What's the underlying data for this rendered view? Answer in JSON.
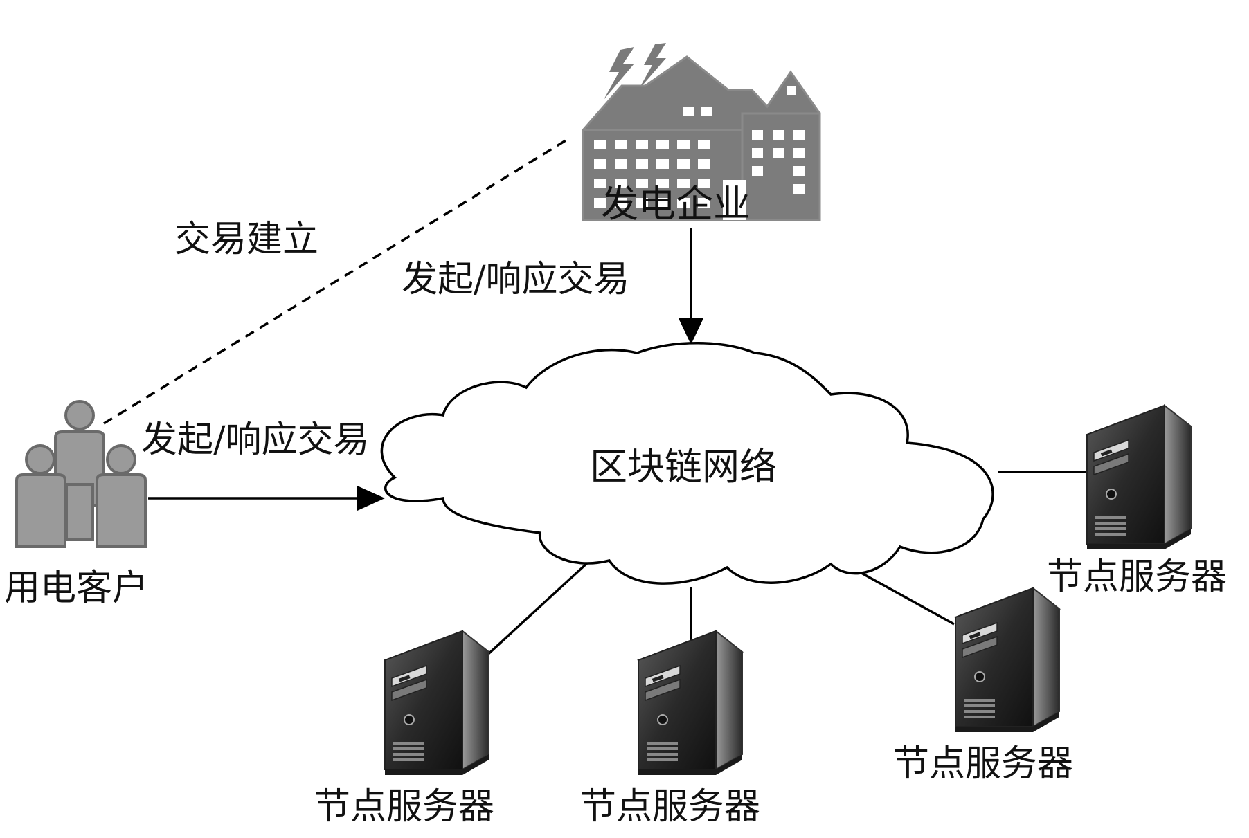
{
  "labels": {
    "power_company": "发电企业",
    "electricity_customer": "用电客户",
    "transaction_established": "交易建立",
    "initiate_respond_top": "发起/响应交易",
    "initiate_respond_left": "发起/响应交易",
    "blockchain_network": "区块链网络",
    "node_server": "节点服务器"
  },
  "colors": {
    "icon_gray": "#8a8a8a",
    "icon_dark": "#6f6f6f",
    "server_dark": "#1e1e1e",
    "line": "#000000",
    "background": "#ffffff"
  },
  "icons": {
    "building": "power-plant-building-icon",
    "people": "users-group-icon",
    "lightning": "lightning-icon",
    "cloud": "cloud-icon",
    "server": "server-tower-icon"
  }
}
